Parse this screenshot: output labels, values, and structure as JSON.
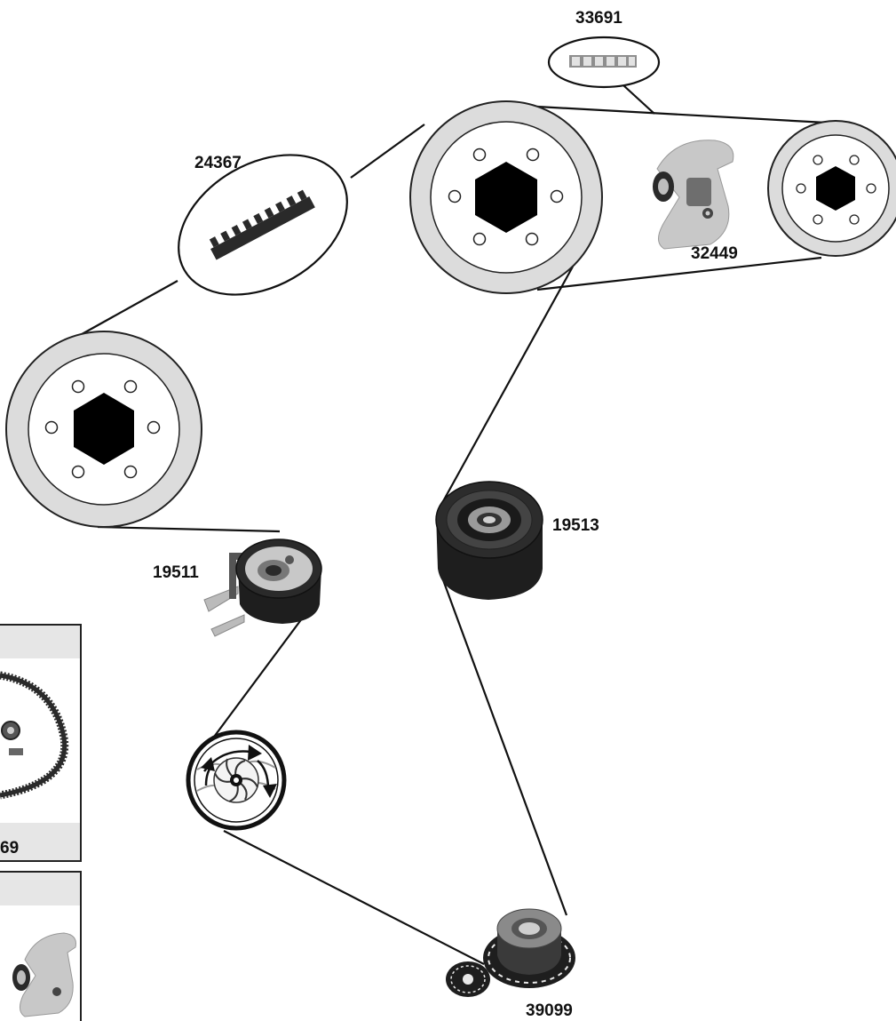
{
  "parts": {
    "p33691": "33691",
    "p24367": "24367",
    "p32449": "32449",
    "p19513": "19513",
    "p19511": "19511",
    "p39099": "39099"
  },
  "kit_boxes": {
    "box1_label": "69"
  },
  "colors": {
    "pulley_fill": "#dcdcdc",
    "hub_fill": "#000000",
    "component_dark": "#1e1e1e",
    "component_grey": "#9a9a9a",
    "tensioner_grey": "#c8c8c8",
    "kit_header": "#e6e6e6"
  }
}
